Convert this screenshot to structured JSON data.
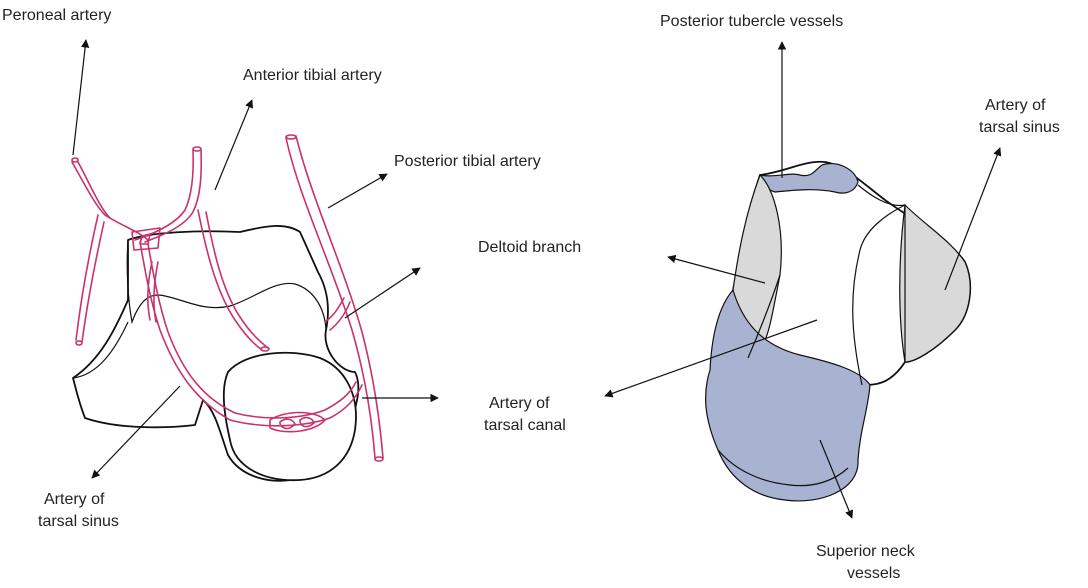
{
  "colors": {
    "vessel": "#c8326e",
    "blue_region": "#a8b3d2",
    "grey_region": "#d9d9d9",
    "outline": "#111111"
  },
  "left_figure": {
    "labels": {
      "peroneal_artery": "Peroneal artery",
      "anterior_tibial_artery": "Anterior tibial artery",
      "posterior_tibial_artery": "Posterior tibial artery",
      "deltoid_branch": "Deltoid branch",
      "artery_tarsal_canal_1": "Artery of",
      "artery_tarsal_canal_2": "tarsal canal",
      "artery_tarsal_sinus_1": "Artery of",
      "artery_tarsal_sinus_2": "tarsal sinus"
    }
  },
  "right_figure": {
    "labels": {
      "posterior_tubercle_vessels": "Posterior tubercle vessels",
      "artery_tarsal_sinus_1": "Artery of",
      "artery_tarsal_sinus_2": "tarsal sinus",
      "superior_neck_vessels_1": "Superior neck",
      "superior_neck_vessels_2": "vessels"
    }
  }
}
